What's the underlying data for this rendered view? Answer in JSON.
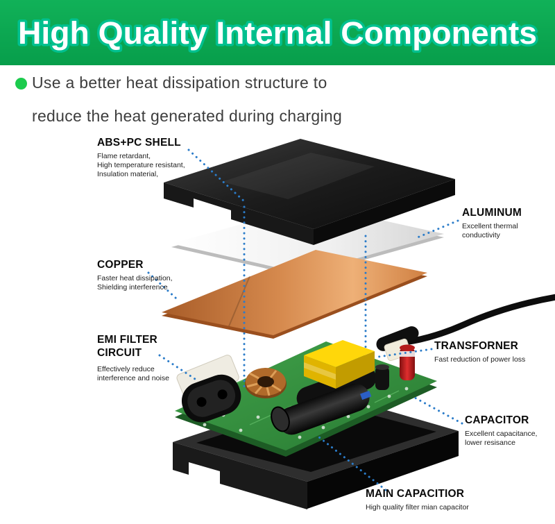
{
  "header": {
    "title": "High Quality Internal Components"
  },
  "intro": {
    "line1": "Use a better heat dissipation structure to",
    "line2": "reduce the heat generated during charging"
  },
  "labels": {
    "abs_shell": {
      "title": "ABS+PC SHELL",
      "desc1": "Flame retardant,",
      "desc2": "High temperature resistant,",
      "desc3": "Insulation material,"
    },
    "aluminum": {
      "title": "ALUMINUM",
      "desc1": "Excellent thermal",
      "desc2": "conductivity"
    },
    "copper": {
      "title": "COPPER",
      "desc1": "Faster heat dissipation,",
      "desc2": "Shielding interference"
    },
    "emi": {
      "title1": "EMI FILTER",
      "title2": "CIRCUIT",
      "desc1": "Effectively reduce",
      "desc2": "interference and noise"
    },
    "transformer": {
      "title": "TRANSFORNER",
      "desc1": "Fast reduction of power loss"
    },
    "capacitor": {
      "title": "CAPACITOR",
      "desc1": "Excellent capacitance,",
      "desc2": "lower resisance"
    },
    "main_capacitor": {
      "title": "MAIN CAPACITIOR",
      "desc1": "High quality filter mian capacitor"
    }
  },
  "colors": {
    "banner_green": "#0aa84f",
    "title_outline": "#00c08f",
    "bullet_green": "#1ccb4d",
    "leader_blue": "#2b7cc9",
    "copper": "#d68a4e",
    "pcb_green": "#35953f",
    "transformer_yellow": "#ffd70a"
  }
}
